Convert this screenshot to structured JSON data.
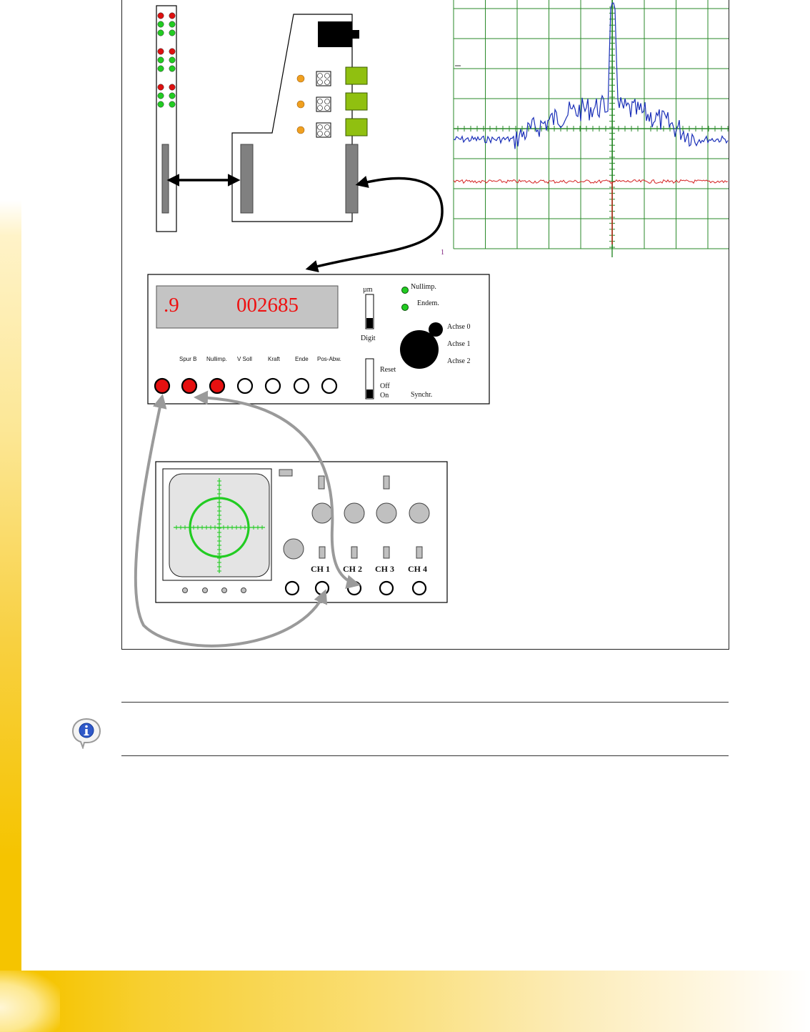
{
  "diagram": {
    "display": {
      "left_value": ".9",
      "right_value": "002685"
    },
    "switch_top": {
      "top_label": "µm",
      "bottom_label": "Digit"
    },
    "switch_bottom": {
      "top_label": "Reset",
      "mid_label": "Off",
      "bottom_label": "On"
    },
    "leds": [
      {
        "label": "Nullimp."
      },
      {
        "label": "Endem."
      }
    ],
    "axis_knob": {
      "positions": [
        "Achse 0",
        "Achse 1",
        "Achse 2"
      ],
      "label": "Synchr."
    },
    "socket_labels": [
      "Spur B",
      "Nullimp.",
      "V Soll",
      "Kraft",
      "Ende",
      "Pos-Abw."
    ],
    "channels": [
      "CH 1",
      "CH 2",
      "CH 3",
      "CH 4"
    ],
    "scope_plot_marker": "1",
    "colors": {
      "trace_blue": "#1a2fb8",
      "trace_red": "#d42020",
      "grid_green": "#2a8a2a",
      "socket_red": "#e61010",
      "led_green": "#22cc22",
      "led_red": "#dd1010",
      "orange_dot": "#f0a020",
      "lime_block": "#90c010",
      "lcd_red": "#ee1111",
      "lcd_bg": "#c4c4c4",
      "cable_grey": "#9a9a9a",
      "scope_green": "#22cc22"
    },
    "icons": [
      "info-icon"
    ]
  },
  "info_note": {
    "text": ""
  }
}
